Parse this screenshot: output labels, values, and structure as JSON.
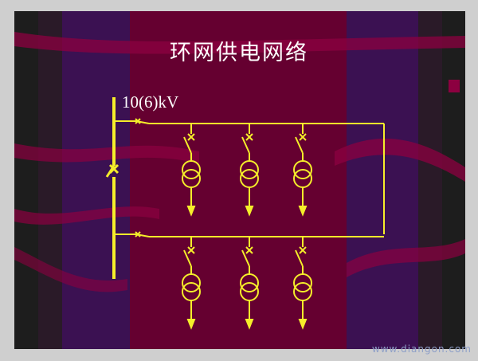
{
  "title": "环网供电网络",
  "voltage_label": "10(6)kV",
  "watermark": "www.diangon.com",
  "colors": {
    "background": "#650030",
    "panel_dark": "#1e1e1e",
    "panel_purple": "#3b1152",
    "stripe_red": "#8c0040",
    "line": "#f5ee2a",
    "title_text": "#ffffff"
  },
  "icons": [
    "breaker-x-icon",
    "disconnect-switch-icon",
    "transformer-icon",
    "load-arrow-icon"
  ]
}
